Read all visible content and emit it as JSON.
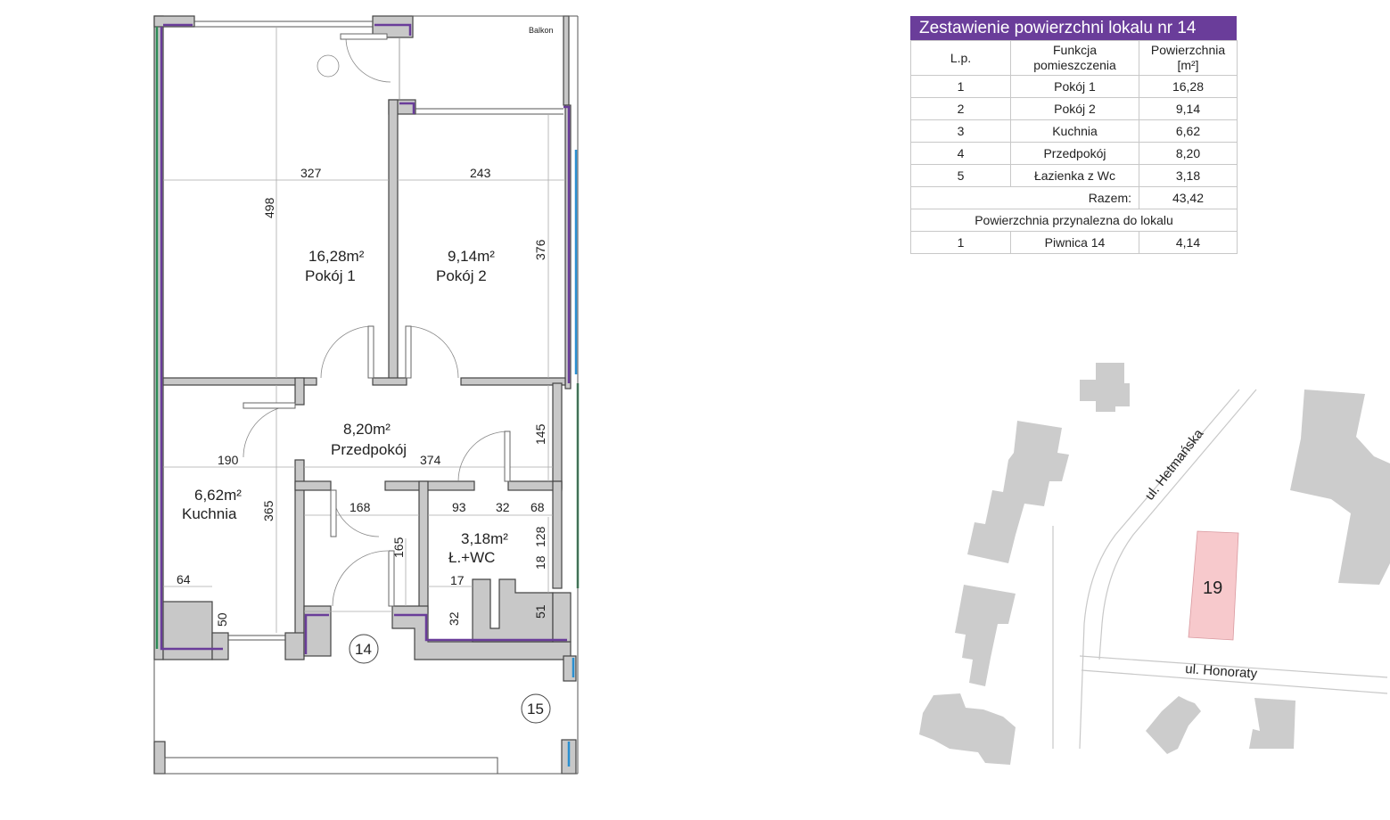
{
  "plan": {
    "balcony_label": "Balkon",
    "rooms": [
      {
        "id": "pokoj1",
        "area": "16,28m²",
        "name": "Pokój 1"
      },
      {
        "id": "pokoj2",
        "area": "9,14m²",
        "name": "Pokój 2"
      },
      {
        "id": "przedpokoj",
        "area": "8,20m²",
        "name": "Przedpokój"
      },
      {
        "id": "kuchnia",
        "area": "6,62m²",
        "name": "Kuchnia"
      },
      {
        "id": "lazienka",
        "area": "3,18m²",
        "name": "Ł.+WC"
      }
    ],
    "dimensions": [
      "327",
      "243",
      "498",
      "376",
      "145",
      "190",
      "374",
      "365",
      "168",
      "93",
      "32",
      "68",
      "128",
      "18",
      "165",
      "17",
      "64",
      "50",
      "32",
      "51"
    ],
    "unit_markers": [
      "14",
      "15"
    ]
  },
  "table": {
    "title": "Zestawienie powierzchni lokalu  nr 14",
    "headers": {
      "lp": "L.p.",
      "function_1": "Funkcja",
      "function_2": "pomieszczenia",
      "area_1": "Powierzchnia",
      "area_2": "[m²]"
    },
    "rows": [
      {
        "lp": "1",
        "name": "Pokój 1",
        "area": "16,28"
      },
      {
        "lp": "2",
        "name": "Pokój 2",
        "area": "9,14"
      },
      {
        "lp": "3",
        "name": "Kuchnia",
        "area": "6,62"
      },
      {
        "lp": "4",
        "name": "Przedpokój",
        "area": "8,20"
      },
      {
        "lp": "5",
        "name": "Łazienka z Wc",
        "area": "3,18"
      }
    ],
    "total_label": "Razem:",
    "total_value": "43,42",
    "appurtenant_heading": "Powierzchnia przynalezna do lokalu",
    "appurtenant_rows": [
      {
        "lp": "1",
        "name": "Piwnica 14",
        "area": "4,14"
      }
    ]
  },
  "map": {
    "streets": [
      "ul. Hetmańska",
      "ul. Honoraty"
    ],
    "building_label": "19",
    "colors": {
      "building_highlight": "#f7c9cc",
      "buildings": "#cccccc"
    }
  },
  "colors": {
    "wall_fill": "#c8c8c8",
    "wall_outline": "#444444",
    "accent_purple": "#6a3d9a",
    "accent_green": "#2e8b57",
    "accent_blue": "#2a8fd0"
  }
}
